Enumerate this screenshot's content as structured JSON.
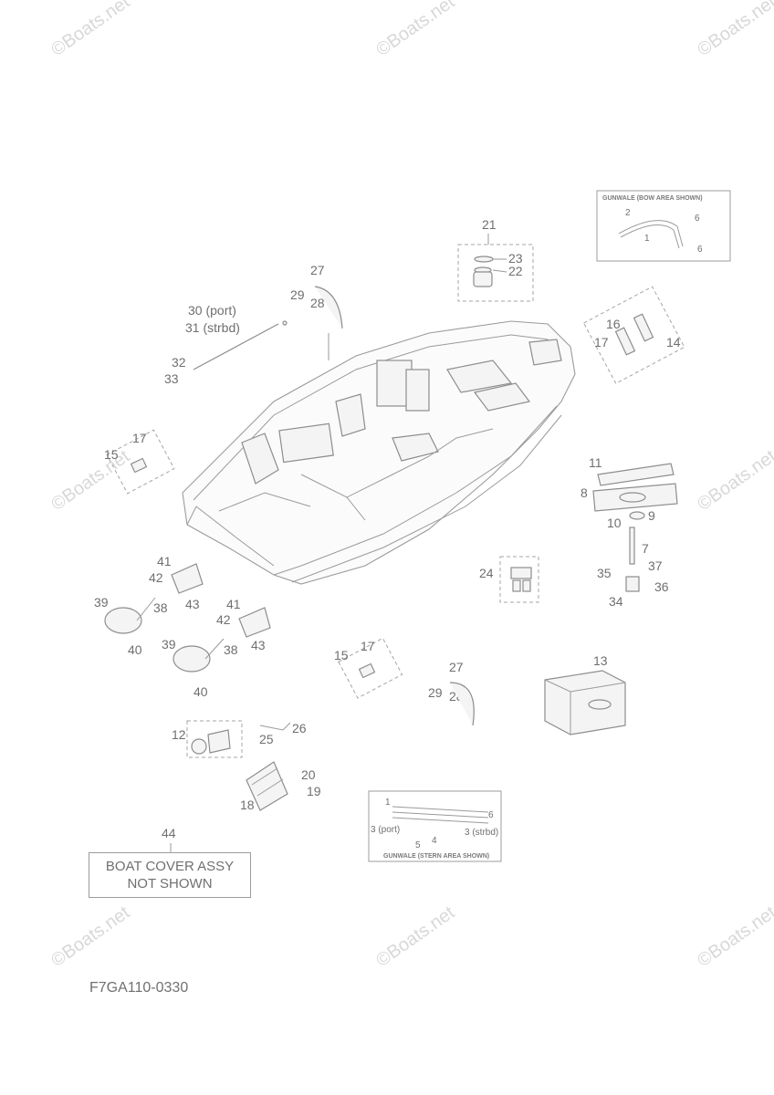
{
  "watermark": "©Boats.net",
  "callouts": {
    "c1": "1",
    "c2": "2",
    "c3": "3",
    "c4": "4",
    "c5": "5",
    "c6": "6",
    "c7": "7",
    "c8": "8",
    "c9": "9",
    "c10": "10",
    "c11": "11",
    "c12": "12",
    "c13": "13",
    "c14": "14",
    "c15": "15",
    "c16": "16",
    "c17": "17",
    "c18": "18",
    "c19": "19",
    "c20": "20",
    "c21": "21",
    "c22": "22",
    "c23": "23",
    "c24": "24",
    "c25": "25",
    "c26": "26",
    "c27": "27",
    "c28": "28",
    "c29": "29",
    "c30_port": "30 (port)",
    "c31_strbd": "31 (strbd)",
    "c32": "32",
    "c33": "33",
    "c34": "34",
    "c35": "35",
    "c36": "36",
    "c37": "37",
    "c38": "38",
    "c39": "39",
    "c40": "40",
    "c41": "41",
    "c42": "42",
    "c43": "43",
    "c44": "44",
    "c3_port": "3 (port)",
    "c3_strbd": "3 (strbd)"
  },
  "inset_titles": {
    "gunwale_bow": "GUNWALE (BOW AREA SHOWN)",
    "gunwale_stern": "GUNWALE (STERN AREA SHOWN)"
  },
  "boat_cover": {
    "line1": "BOAT COVER ASSY",
    "line2": "NOT SHOWN"
  },
  "diagram_code": "F7GA110-0330"
}
